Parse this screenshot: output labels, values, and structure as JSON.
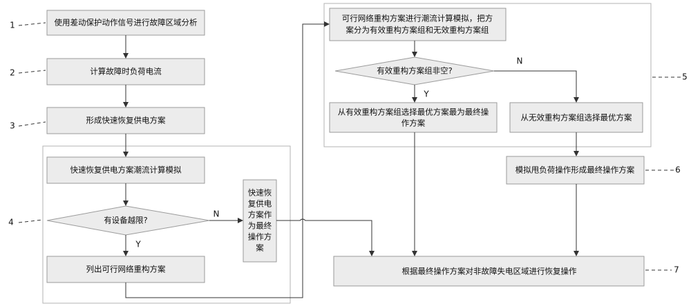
{
  "steps": {
    "s1": "使用差动保护动作信号进行故障区域分析",
    "s2": "计算故障时负荷电流",
    "s3": "形成快速恢复供电方案",
    "s4a": "快速恢复供电方案潮流计算模拟",
    "s4b": "有设备越限?",
    "s4c": "列出可行网络重构方案",
    "s4d": [
      "快速恢",
      "复供电",
      "方案作",
      "为最终",
      "操作方",
      "案"
    ],
    "s5a": [
      "可行网络重构方案进行潮流计算模拟，把方",
      "案分为有效重构方案组和无效重构方案组"
    ],
    "s5b": "有效重构方案组非空?",
    "s5c": [
      "从有效重构方案组选择最优方案最为最终操",
      "作方案"
    ],
    "s5d": "从无效重构方案组选择最优方案",
    "s6": "模拟甩负荷操作形成最终操作方案",
    "s7": "根据最终操作方案对非故障失电区域进行恢复操作"
  },
  "labels": {
    "n1": "1",
    "n2": "2",
    "n3": "3",
    "n4": "4",
    "n5": "5",
    "n6": "6",
    "n7": "7",
    "y_left": "Y",
    "n_left": "N",
    "y_right": "Y",
    "n_right": "N"
  }
}
